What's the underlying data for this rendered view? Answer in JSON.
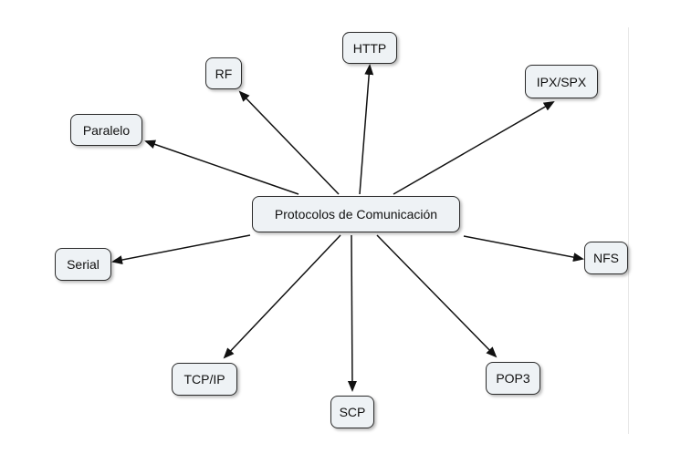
{
  "diagram": {
    "center": {
      "id": "center",
      "label": "Protocolos de Comunicación"
    },
    "nodes": [
      {
        "id": "http",
        "label": "HTTP"
      },
      {
        "id": "rf",
        "label": "RF"
      },
      {
        "id": "paralelo",
        "label": "Paralelo"
      },
      {
        "id": "ipxspx",
        "label": "IPX/SPX"
      },
      {
        "id": "nfs",
        "label": "NFS"
      },
      {
        "id": "serial",
        "label": "Serial"
      },
      {
        "id": "tcpip",
        "label": "TCP/IP"
      },
      {
        "id": "scp",
        "label": "SCP"
      },
      {
        "id": "pop3",
        "label": "POP3"
      }
    ],
    "edges": [
      {
        "from": "center",
        "to": "http"
      },
      {
        "from": "center",
        "to": "rf"
      },
      {
        "from": "center",
        "to": "paralelo"
      },
      {
        "from": "center",
        "to": "ipxspx"
      },
      {
        "from": "center",
        "to": "nfs"
      },
      {
        "from": "center",
        "to": "serial"
      },
      {
        "from": "center",
        "to": "tcpip"
      },
      {
        "from": "center",
        "to": "scp"
      },
      {
        "from": "center",
        "to": "pop3"
      }
    ],
    "colors": {
      "node_fill": "#eef2f5",
      "node_border": "#2b2b2b",
      "edge": "#111111"
    }
  }
}
